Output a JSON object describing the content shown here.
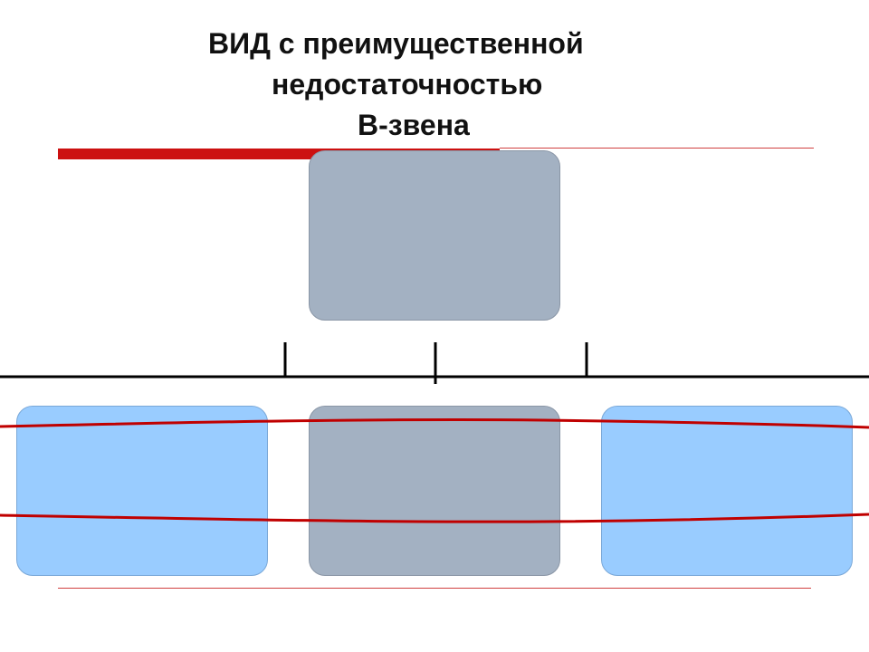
{
  "title": {
    "line1": "ВИД с преимущественной",
    "line2": "недостаточностью",
    "line3": "В-звена"
  },
  "colors": {
    "accent_red": "#cc1111",
    "hairline_red": "#d04040",
    "box_gray": "#a3b1c2",
    "box_gray_border": "#8a96a6",
    "box_blue": "#99ccff",
    "box_blue_border": "#7aa8d8",
    "connector": "#000000",
    "wave_red": "#c00000"
  }
}
